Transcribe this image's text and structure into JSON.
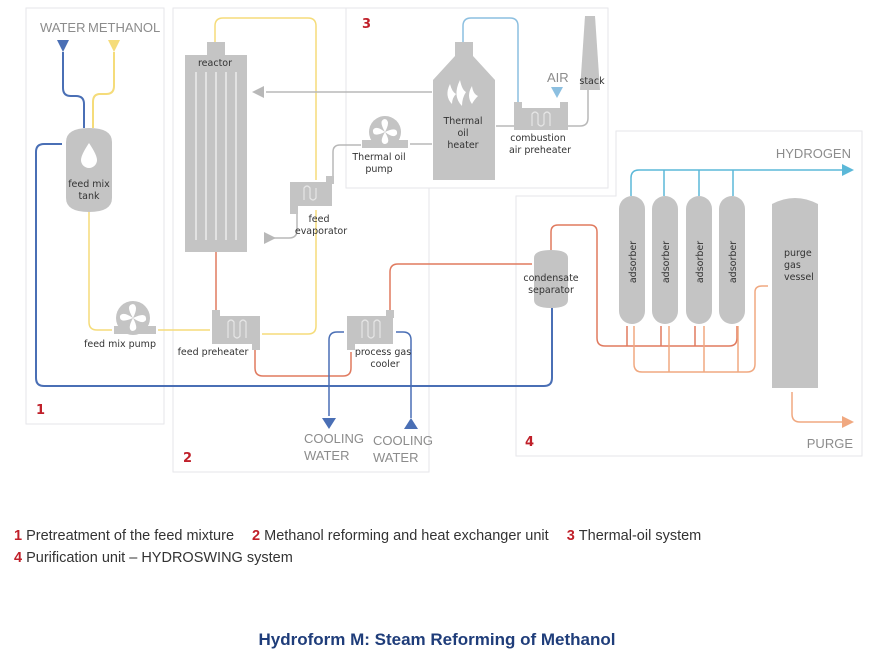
{
  "diagram": {
    "sections": [
      {
        "number": "1",
        "description": "Pretreatment of the feed mixture"
      },
      {
        "number": "2",
        "description": "Methanol reforming and heat exchanger unit"
      },
      {
        "number": "3",
        "description": "Thermal-oil system"
      },
      {
        "number": "4",
        "description": "Purification unit – HYDROSWING system"
      }
    ],
    "streams": {
      "water": "WATER",
      "methanol": "METHANOL",
      "air": "AIR",
      "hydrogen": "HYDROGEN",
      "purge": "PURGE",
      "cooling_water_out_l1": "COOLING",
      "cooling_water_out_l2": "WATER",
      "cooling_water_in_l1": "COOLING",
      "cooling_water_in_l2": "WATER"
    },
    "equipment": {
      "feed_mix_tank_l1": "feed mix",
      "feed_mix_tank_l2": "tank",
      "feed_mix_pump": "feed mix pump",
      "reactor": "reactor",
      "feed_evaporator_l1": "feed",
      "feed_evaporator_l2": "evaporator",
      "feed_preheater": "feed preheater",
      "process_gas_cooler_l1": "process gas",
      "process_gas_cooler_l2": "cooler",
      "thermal_oil_heater_l1": "Thermal",
      "thermal_oil_heater_l2": "oil",
      "thermal_oil_heater_l3": "heater",
      "thermal_oil_pump_l1": "Thermal oil",
      "thermal_oil_pump_l2": "pump",
      "combustion_air_preheater_l1": "combustion",
      "combustion_air_preheater_l2": "air preheater",
      "stack": "stack",
      "condensate_separator_l1": "condensate",
      "condensate_separator_l2": "separator",
      "adsorber": "adsorber",
      "purge_gas_vessel_l1": "purge",
      "purge_gas_vessel_l2": "gas",
      "purge_gas_vessel_l3": "vessel"
    },
    "colors": {
      "water": "#4a6fb5",
      "methanol": "#f5dc7a",
      "process_gas": "#e07a5f",
      "purge": "#f0a880",
      "hydrogen": "#5bb8d8",
      "thermal_oil": "#b8b8b8",
      "air": "#8cbfe0",
      "equipment": "#c4c4c4",
      "section_number": "#c0202a",
      "title": "#1f3d7a"
    }
  },
  "caption": "Hydroform M: Steam Reforming of Methanol"
}
